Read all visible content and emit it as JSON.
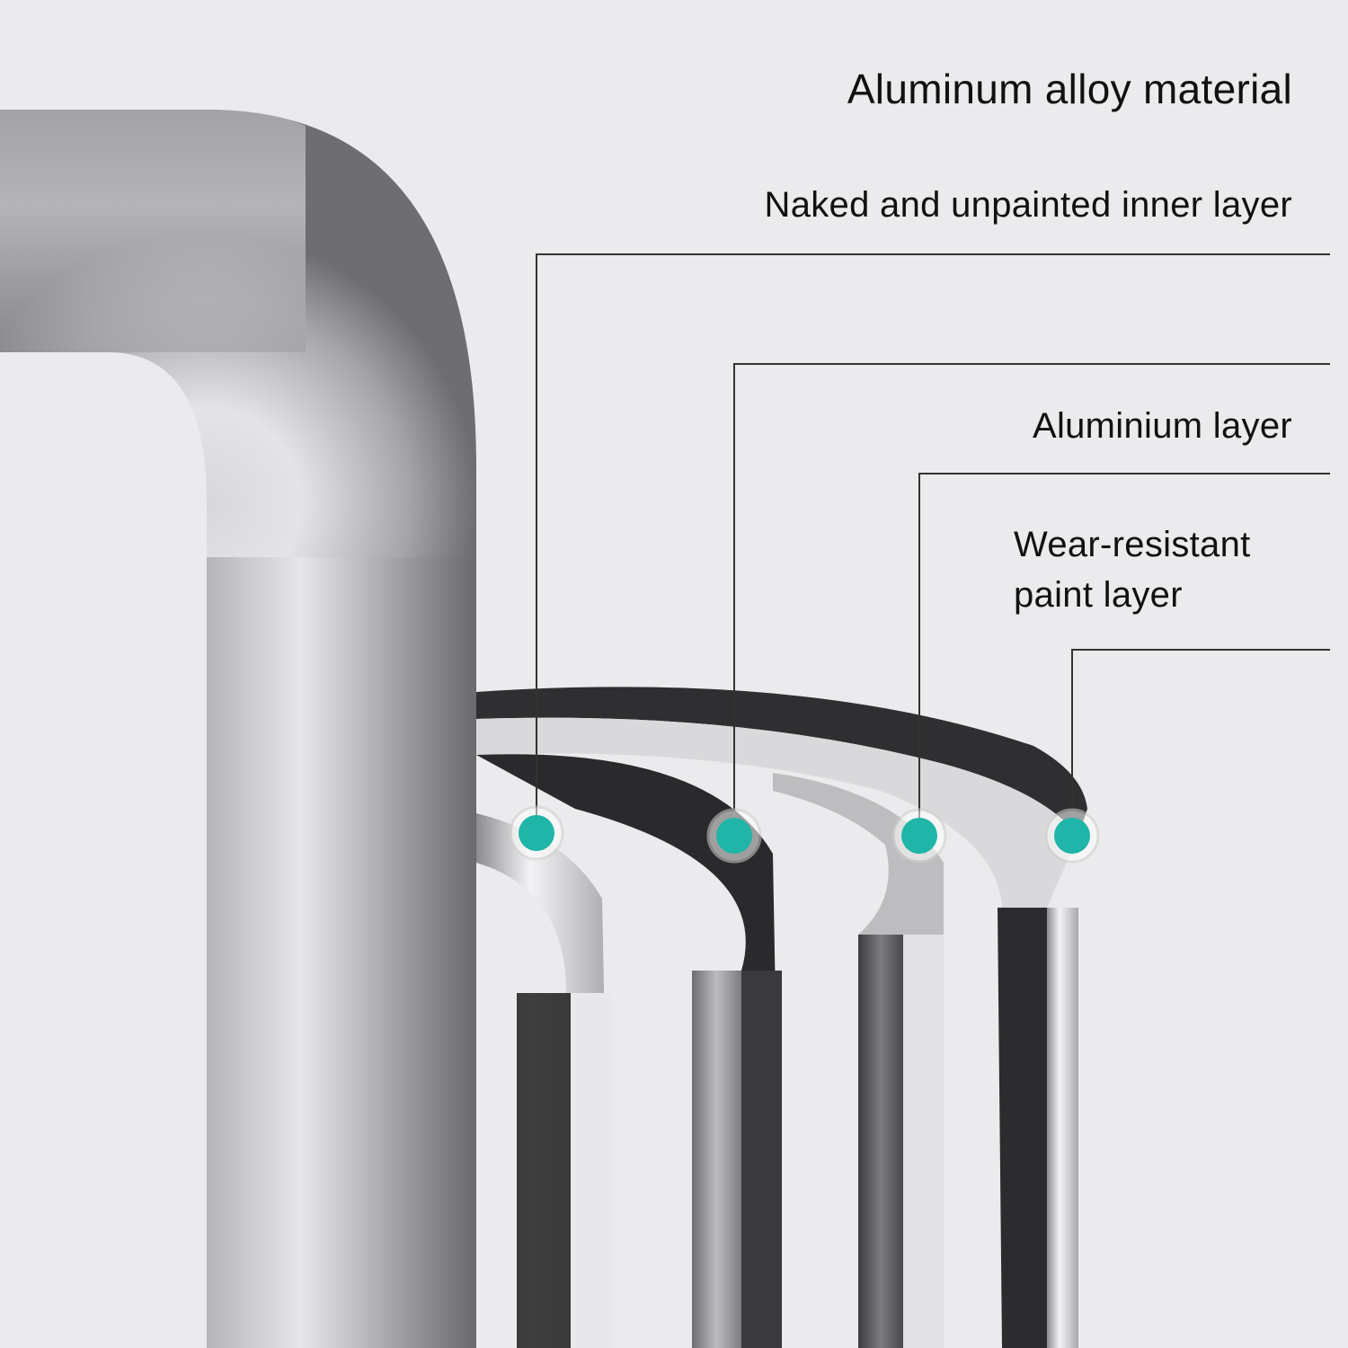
{
  "title": "Aluminum alloy material",
  "layers": [
    {
      "label": "Naked and unpainted inner layer"
    },
    {
      "label": "Aluminium layer"
    },
    {
      "label": "Wear-resistant paint layer"
    }
  ],
  "colors": {
    "background": "#ebebed",
    "marker": "#1fb5a8",
    "leader_line": "#333333",
    "text": "#111111"
  }
}
